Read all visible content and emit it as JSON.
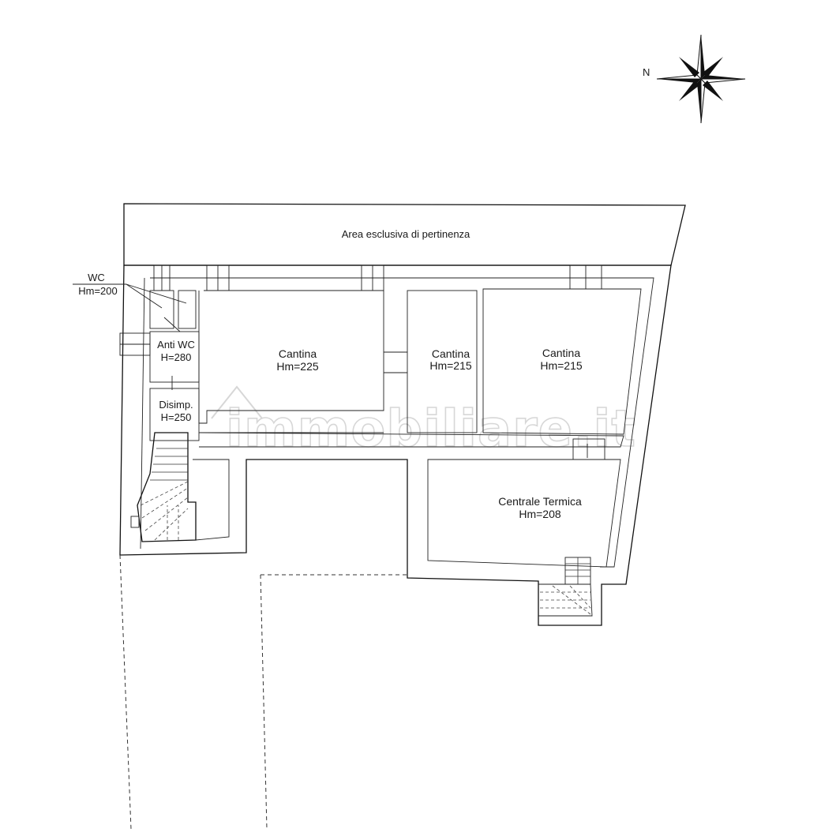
{
  "compass": {
    "north_label": "N"
  },
  "watermark": "immobiliare.it",
  "rooms": {
    "area_esclusiva": {
      "label": "Area esclusiva di pertinenza"
    },
    "wc": {
      "name": "WC",
      "height": "Hm=200"
    },
    "anti_wc": {
      "name": "Anti WC",
      "height": "H=280"
    },
    "disimp": {
      "name": "Disimp.",
      "height": "H=250"
    },
    "cantina_1": {
      "name": "Cantina",
      "height": "Hm=225"
    },
    "cantina_2": {
      "name": "Cantina",
      "height": "Hm=215"
    },
    "cantina_3": {
      "name": "Cantina",
      "height": "Hm=215"
    },
    "centrale_termica": {
      "name": "Centrale Termica",
      "height": "Hm=208"
    }
  }
}
